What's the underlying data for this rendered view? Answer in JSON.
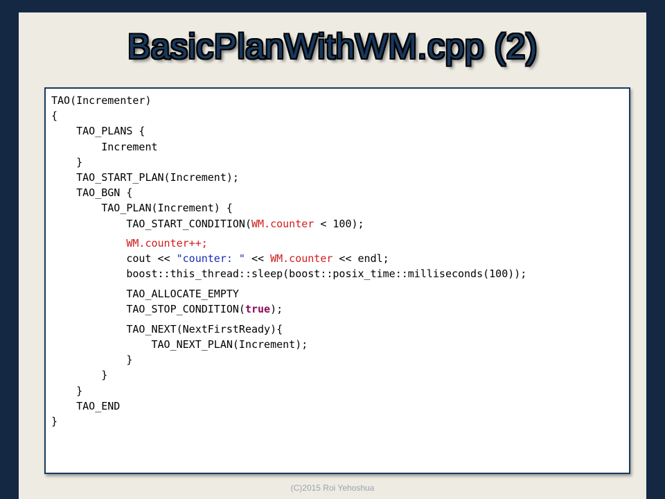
{
  "slide": {
    "title": "BasicPlanWithWM.cpp  (2)",
    "footer": "(C)2015 Roi Yehoshua"
  },
  "code": {
    "l1": "TAO(Incrementer)",
    "l2": "{",
    "l3": "    TAO_PLANS {",
    "l4": "        Increment",
    "l5": "    }",
    "l6": "    TAO_START_PLAN(Increment);",
    "l7": "    TAO_BGN {",
    "l8": "        TAO_PLAN(Increment) {",
    "l9a": "            TAO_START_CONDITION(",
    "l9b": "WM.counter",
    "l9c": " < 100);",
    "l10a": "            ",
    "l10b": "WM.counter++;",
    "l11a": "            cout << ",
    "l11b": "\"counter: \"",
    "l11c": " << ",
    "l11d": "WM.counter",
    "l11e": " << endl;",
    "l12": "            boost::this_thread::sleep(boost::posix_time::milliseconds(100));",
    "l13": "            TAO_ALLOCATE_EMPTY",
    "l14a": "            TAO_STOP_CONDITION(",
    "l14b": "true",
    "l14c": ");",
    "l15": "            TAO_NEXT(NextFirstReady){",
    "l16": "                TAO_NEXT_PLAN(Increment);",
    "l17": "            }",
    "l18": "        }",
    "l19": "    }",
    "l20": "    TAO_END",
    "l21": "}"
  },
  "colors": {
    "background": "#142843",
    "slide": "#eeebe3",
    "title": "#18395e",
    "wm_highlight": "#d11b1b",
    "string": "#1b29b7",
    "keyword": "#8a0a5a"
  }
}
